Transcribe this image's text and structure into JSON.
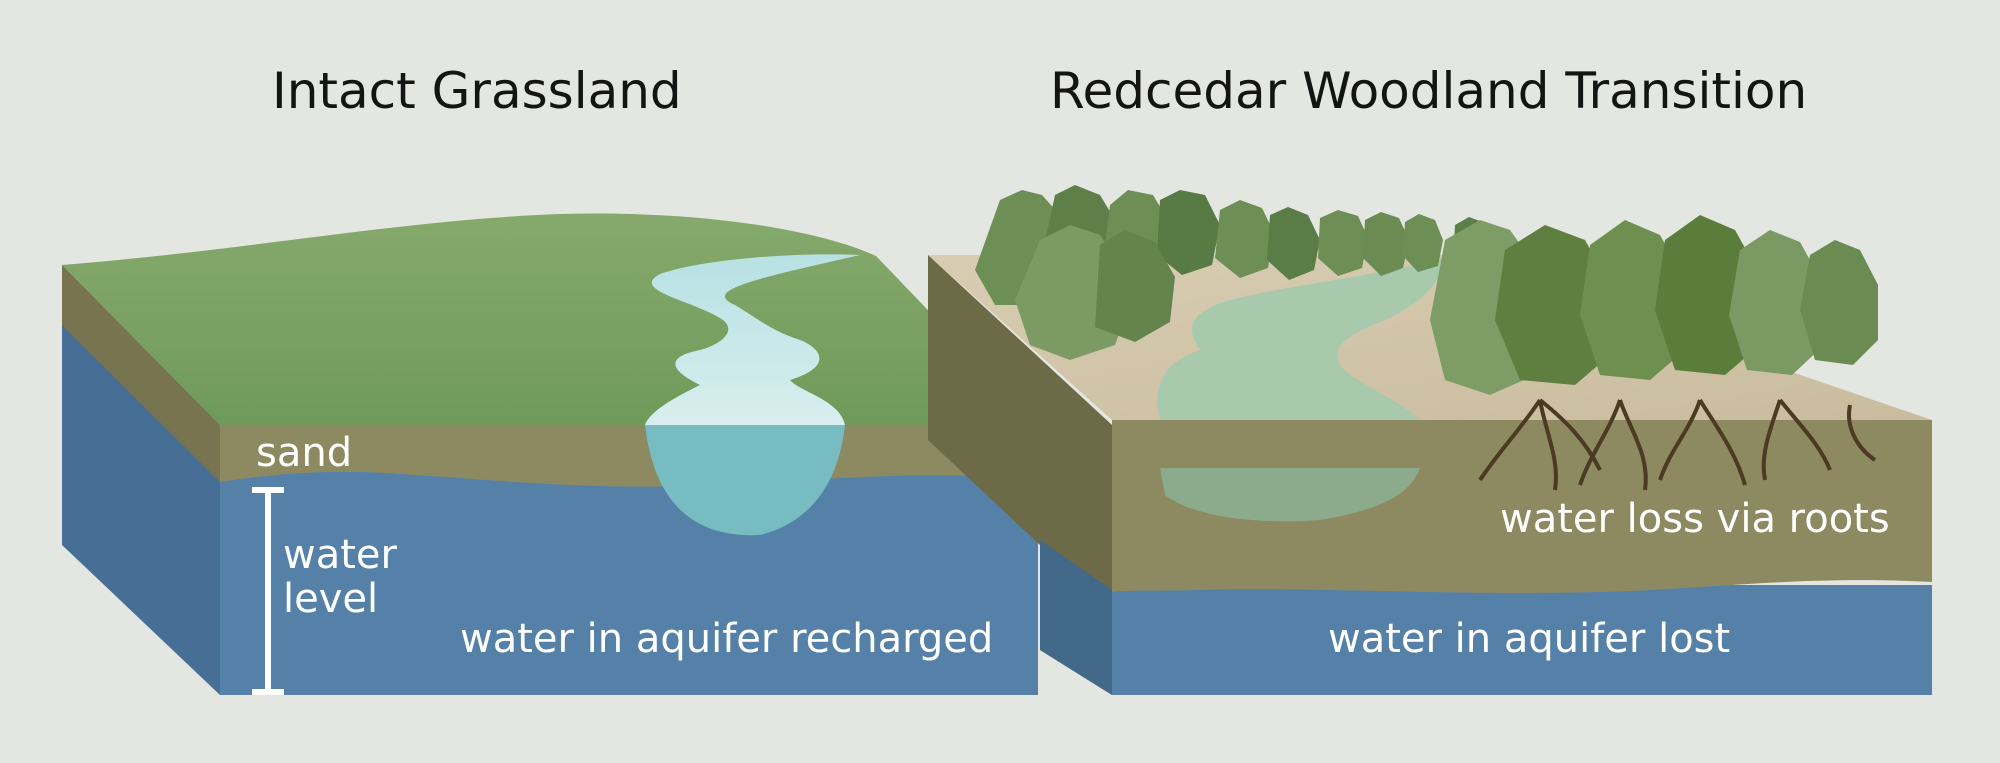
{
  "titles": {
    "left": "Intact Grassland",
    "right": "Redcedar Woodland Transition"
  },
  "left_block": {
    "label_sand": "sand",
    "label_water_line1": "water",
    "label_water_line2": "level",
    "label_aquifer": "water in aquifer recharged"
  },
  "right_block": {
    "label_roots": "water loss via roots",
    "label_aquifer": "water in aquifer lost"
  },
  "colors": {
    "background": "#e4e6e1",
    "grass": "#7fa366",
    "sand": "#8d8a62",
    "water": "#5581a8",
    "river": "#a9d9df",
    "trees": "#6d8f55",
    "roots": "#4a3b22"
  }
}
